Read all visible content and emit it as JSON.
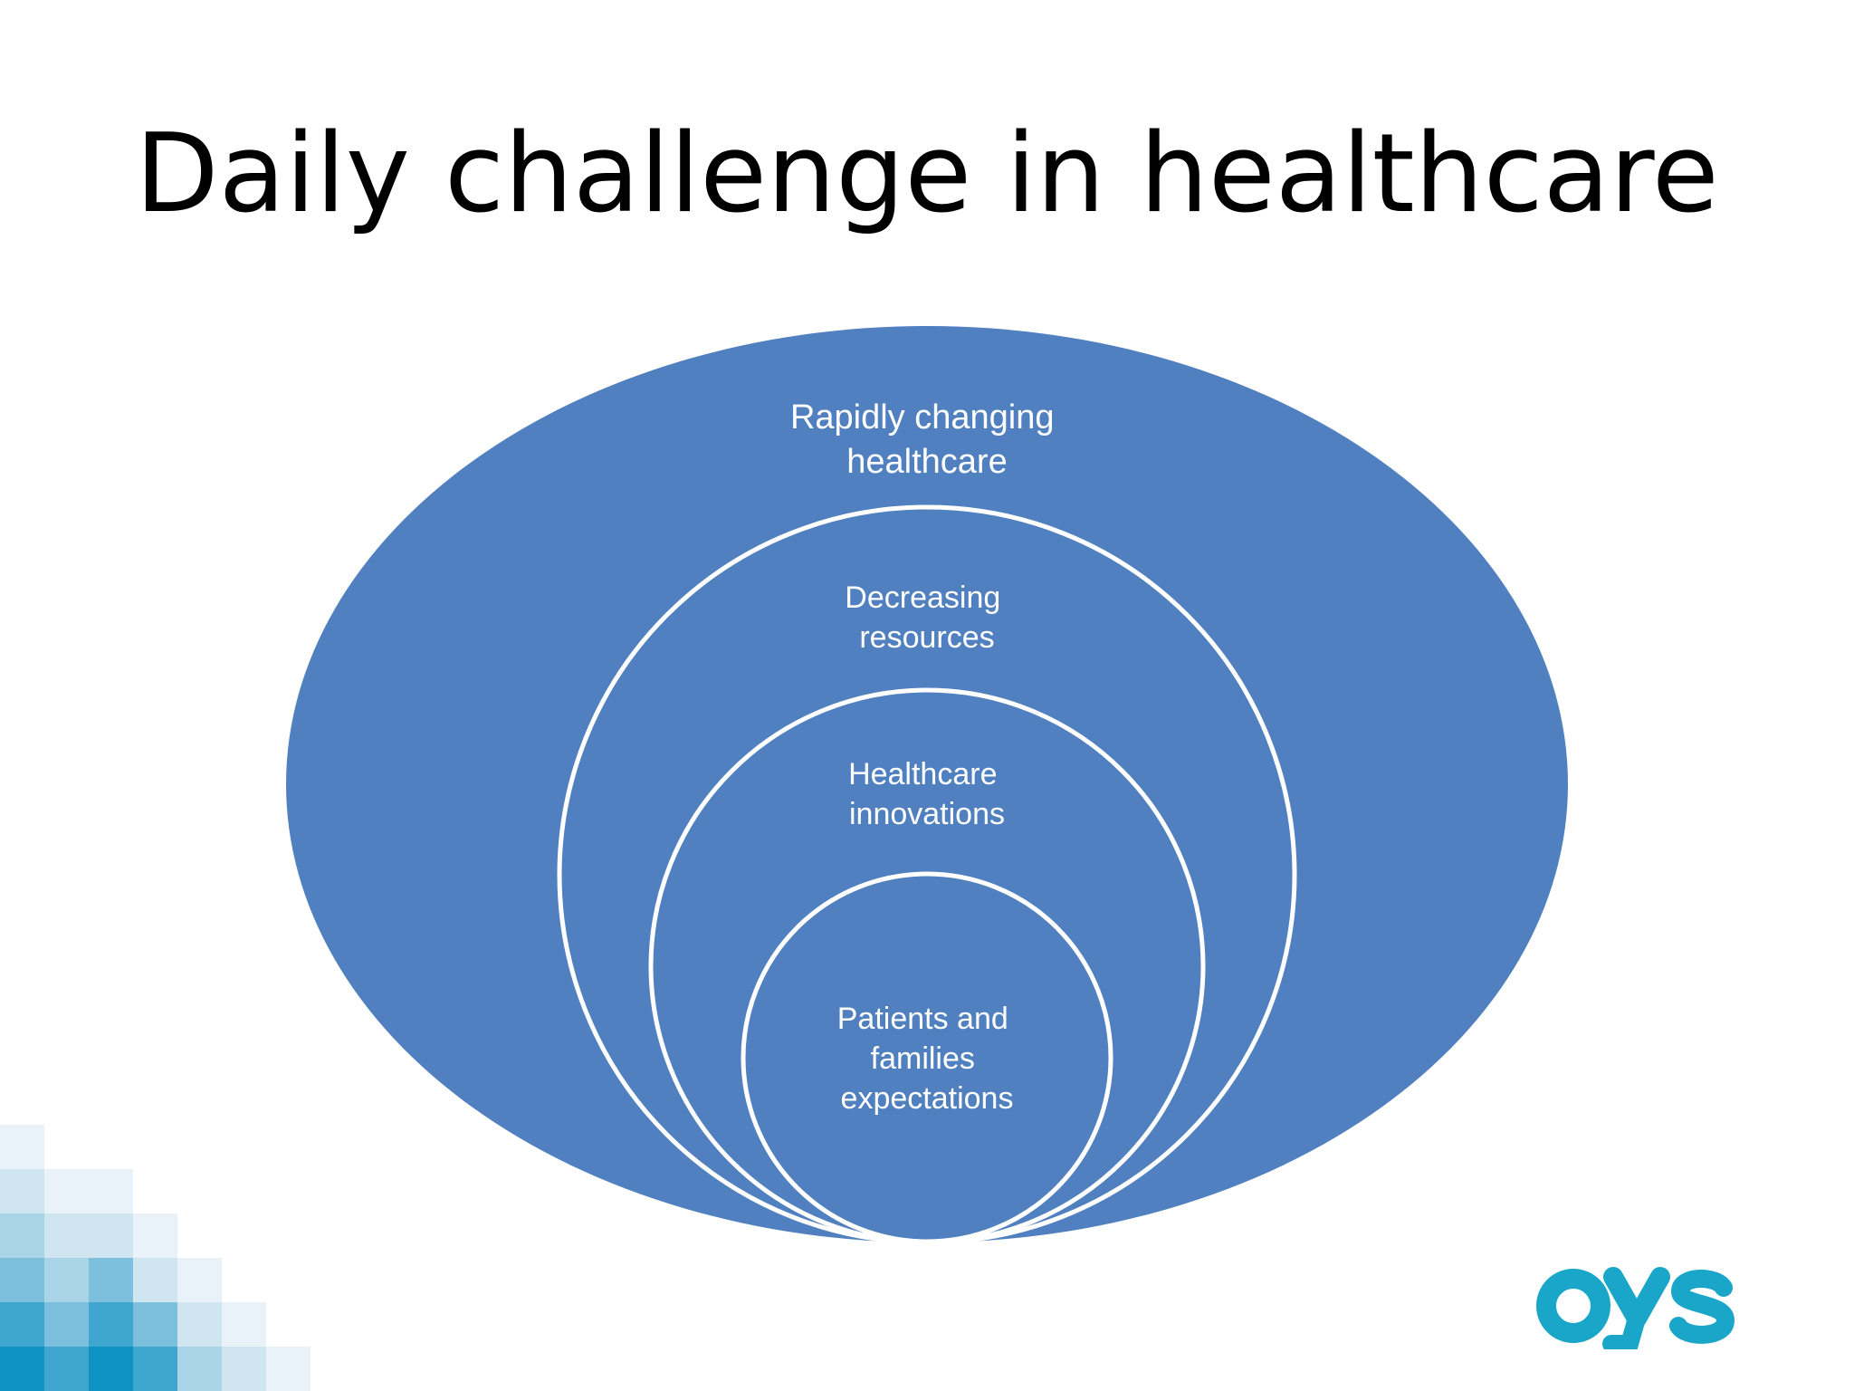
{
  "slide": {
    "title": "Daily challenge in healthcare"
  },
  "diagram": {
    "colors": {
      "fill": "#5080bf",
      "outline": "#ffffff",
      "label": "#ffffff"
    },
    "rings": [
      {
        "label_lines": [
          "Rapidly changing",
          "healthcare"
        ]
      },
      {
        "label_lines": [
          "Decreasing",
          "resources"
        ]
      },
      {
        "label_lines": [
          "Healthcare",
          "innovations"
        ]
      },
      {
        "label_lines": [
          "Patients and",
          "families",
          "expectations"
        ]
      }
    ]
  },
  "logo": {
    "text": "OYS",
    "color": "#1aa6c9"
  },
  "decoration": {
    "name": "blue-mosaic",
    "palette": [
      "#e8f2f8",
      "#cfe6f1",
      "#a9d4e7",
      "#7cc0dd",
      "#3fa6cf",
      "#0f93c4"
    ]
  }
}
